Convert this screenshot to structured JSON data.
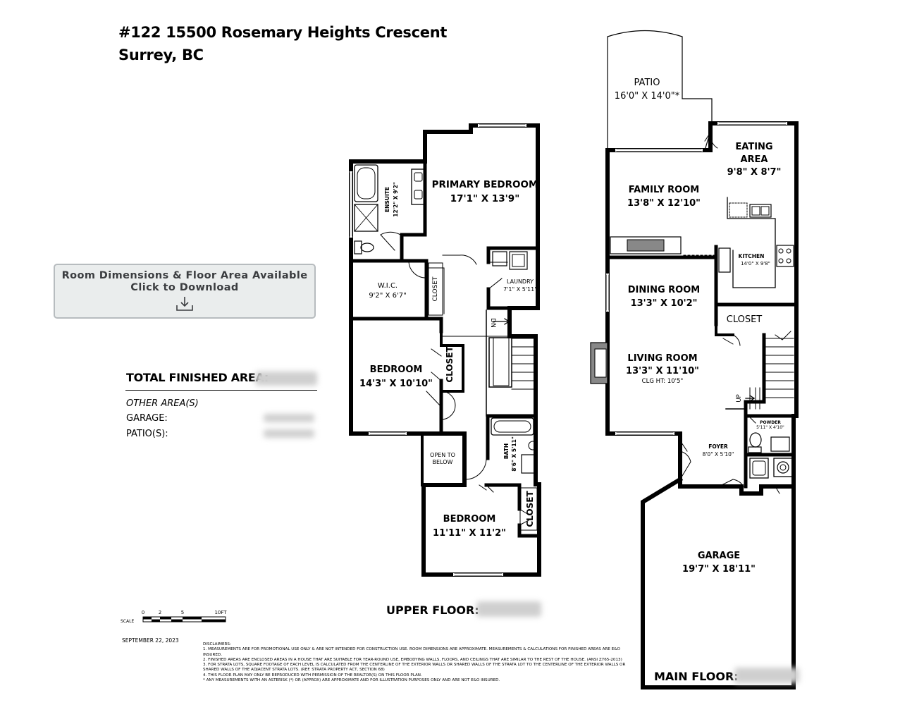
{
  "header": {
    "address_line1": "#122 15500 Rosemary Heights Crescent",
    "address_line2": "Surrey, BC"
  },
  "download": {
    "line1": "Room Dimensions & Floor Area Available",
    "line2": "Click to Download"
  },
  "areas": {
    "total_label": "TOTAL FINISHED AREA:",
    "other_label": "OTHER AREA(S)",
    "garage_label": "GARAGE:",
    "patio_label": "PATIO(S):"
  },
  "upper": {
    "label": "UPPER FLOOR:",
    "primary_name": "PRIMARY BEDROOM",
    "primary_dim": "17'1\" X 13'9\"",
    "ensuite_name": "ENSUITE",
    "ensuite_dim": "12'2\" X 9'2\"",
    "wic_name": "W.I.C.",
    "wic_dim": "9'2\" X 6'7\"",
    "closet": "CLOSET",
    "laundry_name": "LAUNDRY",
    "laundry_dim": "7'1\" X 5'11\"",
    "dn": "DN",
    "bed2_name": "BEDROOM",
    "bed2_dim": "14'3\" X 10'10\"",
    "open_line1": "OPEN TO",
    "open_line2": "BELOW",
    "bath_name": "BATH",
    "bath_dim": "8'6\" X 5'11\"",
    "bed3_name": "BEDROOM",
    "bed3_dim": "11'11\" X 11'2\""
  },
  "main": {
    "label": "MAIN FLOOR:",
    "patio_name": "PATIO",
    "patio_dim": "16'0\" X 14'0\"*",
    "eating_l1": "EATING",
    "eating_l2": "AREA",
    "eating_dim": "9'8\" X 8'7\"",
    "family_name": "FAMILY ROOM",
    "family_dim": "13'8\" X 12'10\"",
    "kitchen_name": "KITCHEN",
    "kitchen_dim": "14'0\" X 9'8\"",
    "dining_name": "DINING ROOM",
    "dining_dim": "13'3\" X 10'2\"",
    "closet": "CLOSET",
    "living_name": "LIVING ROOM",
    "living_dim": "13'3\" X 11'10\"",
    "living_ht": "CLG HT: 10'5\"",
    "up": "UP",
    "powder_name": "POWDER",
    "powder_dim": "5'11\" X 4'10\"",
    "foyer_name": "FOYER",
    "foyer_dim": "8'0\" X 5'10\"",
    "garage_name": "GARAGE",
    "garage_dim": "19'7\" X 18'11\""
  },
  "scale": {
    "ticks": [
      "0",
      "2",
      "5",
      "10FT"
    ],
    "label": "SCALE"
  },
  "date": "SEPTEMBER 22, 2023",
  "disclaimer": {
    "title": "DISCLAIMERS:",
    "lines": [
      "1. MEASUREMENTS ARE FOR PROMOTIONAL USE ONLY & ARE NOT INTENDED FOR CONSTRUCTION USE. ROOM DIMENSIONS ARE APPROXIMATE. MEASUREMENTS & CALCULATIONS FOR FINISHED AREAS ARE E&O INSURED.",
      "2. FINISHED AREAS ARE ENCLOSED AREAS IN A HOUSE THAT ARE SUITABLE FOR YEAR-ROUND USE, EMBODYING WALLS, FLOORS, AND CEILINGS THAT ARE SIMILAR TO THE REST OF THE HOUSE. (ANSI Z765-2013)",
      "3. FOR STRATA LOTS, SQUARE FOOTAGE OF EACH LEVEL IS CALCULATED FROM THE CENTERLINE OF THE EXTERIOR WALLS OR SHARED WALLS OF THE STRATA LOT TO THE CENTERLINE OF THE EXTERIOR WALLS OR",
      "SHARED WALLS OF THE ADJACENT STRATA LOTS. (REF. STRATA PROPERTY ACT, SECTION 68)",
      "4. THIS FLOOR PLAN MAY ONLY BE REPRODUCED WITH PERMISSION OF THE REALTOR(S) ON THIS FLOOR PLAN.",
      "* ANY MEASUREMENTS WITH AN ASTERISK (*) OR (APPROX) ARE APPROXIMATE AND FOR ILLUSTRATION PURPOSES ONLY AND ARE NOT E&O INSURED."
    ]
  }
}
